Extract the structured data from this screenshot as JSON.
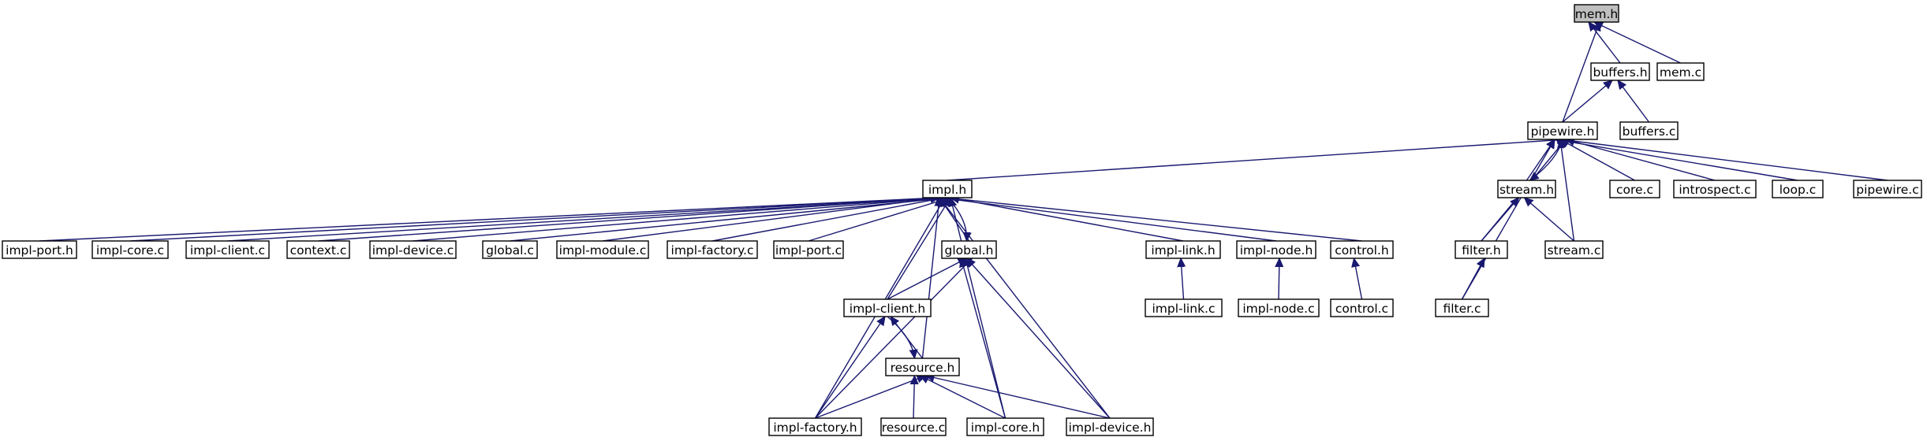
{
  "diagram": {
    "edge_color": "#191970",
    "root_fill": "#bfbfbf",
    "nodes": [
      {
        "id": "mem_h",
        "label": "mem.h",
        "root": true
      },
      {
        "id": "buffers_h",
        "label": "buffers.h"
      },
      {
        "id": "mem_c",
        "label": "mem.c"
      },
      {
        "id": "pipewire_h",
        "label": "pipewire.h"
      },
      {
        "id": "buffers_c",
        "label": "buffers.c"
      },
      {
        "id": "impl_h",
        "label": "impl.h"
      },
      {
        "id": "stream_h",
        "label": "stream.h"
      },
      {
        "id": "core_c",
        "label": "core.c"
      },
      {
        "id": "introspect_c",
        "label": "introspect.c"
      },
      {
        "id": "loop_c",
        "label": "loop.c"
      },
      {
        "id": "pipewire_c",
        "label": "pipewire.c"
      },
      {
        "id": "impl_port_h",
        "label": "impl-port.h"
      },
      {
        "id": "impl_core_c",
        "label": "impl-core.c"
      },
      {
        "id": "impl_client_c",
        "label": "impl-client.c"
      },
      {
        "id": "context_c",
        "label": "context.c"
      },
      {
        "id": "impl_device_c",
        "label": "impl-device.c"
      },
      {
        "id": "global_c",
        "label": "global.c"
      },
      {
        "id": "impl_module_c",
        "label": "impl-module.c"
      },
      {
        "id": "impl_factory_c",
        "label": "impl-factory.c"
      },
      {
        "id": "impl_port_c",
        "label": "impl-port.c"
      },
      {
        "id": "global_h",
        "label": "global.h"
      },
      {
        "id": "impl_link_h",
        "label": "impl-link.h"
      },
      {
        "id": "impl_node_h",
        "label": "impl-node.h"
      },
      {
        "id": "control_h",
        "label": "control.h"
      },
      {
        "id": "filter_h",
        "label": "filter.h"
      },
      {
        "id": "stream_c",
        "label": "stream.c"
      },
      {
        "id": "impl_client_h",
        "label": "impl-client.h"
      },
      {
        "id": "impl_link_c",
        "label": "impl-link.c"
      },
      {
        "id": "impl_node_c",
        "label": "impl-node.c"
      },
      {
        "id": "control_c",
        "label": "control.c"
      },
      {
        "id": "filter_c",
        "label": "filter.c"
      },
      {
        "id": "resource_h",
        "label": "resource.h"
      },
      {
        "id": "impl_factory_h",
        "label": "impl-factory.h"
      },
      {
        "id": "resource_c",
        "label": "resource.c"
      },
      {
        "id": "impl_core_h",
        "label": "impl-core.h"
      },
      {
        "id": "impl_device_h",
        "label": "impl-device.h"
      }
    ],
    "edges": [
      [
        "buffers_h",
        "mem_h"
      ],
      [
        "mem_c",
        "mem_h"
      ],
      [
        "pipewire_h",
        "mem_h"
      ],
      [
        "pipewire_h",
        "buffers_h"
      ],
      [
        "buffers_c",
        "buffers_h"
      ],
      [
        "impl_h",
        "pipewire_h"
      ],
      [
        "stream_h",
        "pipewire_h"
      ],
      [
        "core_c",
        "pipewire_h"
      ],
      [
        "introspect_c",
        "pipewire_h"
      ],
      [
        "loop_c",
        "pipewire_h"
      ],
      [
        "pipewire_c",
        "pipewire_h"
      ],
      [
        "filter_h",
        "pipewire_h"
      ],
      [
        "filter_c",
        "pipewire_h"
      ],
      [
        "stream_c",
        "pipewire_h"
      ],
      [
        "pipewire_h",
        "stream_h"
      ],
      [
        "filter_h",
        "stream_h"
      ],
      [
        "stream_c",
        "stream_h"
      ],
      [
        "filter_c",
        "filter_h"
      ],
      [
        "impl_port_h",
        "impl_h"
      ],
      [
        "impl_core_c",
        "impl_h"
      ],
      [
        "impl_client_c",
        "impl_h"
      ],
      [
        "context_c",
        "impl_h"
      ],
      [
        "impl_device_c",
        "impl_h"
      ],
      [
        "global_c",
        "impl_h"
      ],
      [
        "impl_module_c",
        "impl_h"
      ],
      [
        "impl_factory_c",
        "impl_h"
      ],
      [
        "impl_port_c",
        "impl_h"
      ],
      [
        "global_h",
        "impl_h"
      ],
      [
        "impl_h",
        "global_h"
      ],
      [
        "impl_link_h",
        "impl_h"
      ],
      [
        "impl_node_h",
        "impl_h"
      ],
      [
        "control_h",
        "impl_h"
      ],
      [
        "impl_client_h",
        "impl_h"
      ],
      [
        "resource_h",
        "impl_h"
      ],
      [
        "impl_factory_h",
        "impl_h"
      ],
      [
        "impl_core_h",
        "impl_h"
      ],
      [
        "impl_device_h",
        "impl_h"
      ],
      [
        "impl_link_c",
        "impl_link_h"
      ],
      [
        "impl_node_c",
        "impl_node_h"
      ],
      [
        "control_c",
        "control_h"
      ],
      [
        "impl_client_h",
        "global_h"
      ],
      [
        "impl_factory_h",
        "global_h"
      ],
      [
        "impl_core_h",
        "global_h"
      ],
      [
        "impl_device_h",
        "global_h"
      ],
      [
        "resource_h",
        "impl_client_h"
      ],
      [
        "impl_client_h",
        "resource_h"
      ],
      [
        "impl_factory_h",
        "impl_client_h"
      ],
      [
        "impl_factory_h",
        "resource_h"
      ],
      [
        "resource_c",
        "resource_h"
      ],
      [
        "impl_core_h",
        "resource_h"
      ],
      [
        "impl_device_h",
        "resource_h"
      ]
    ]
  }
}
